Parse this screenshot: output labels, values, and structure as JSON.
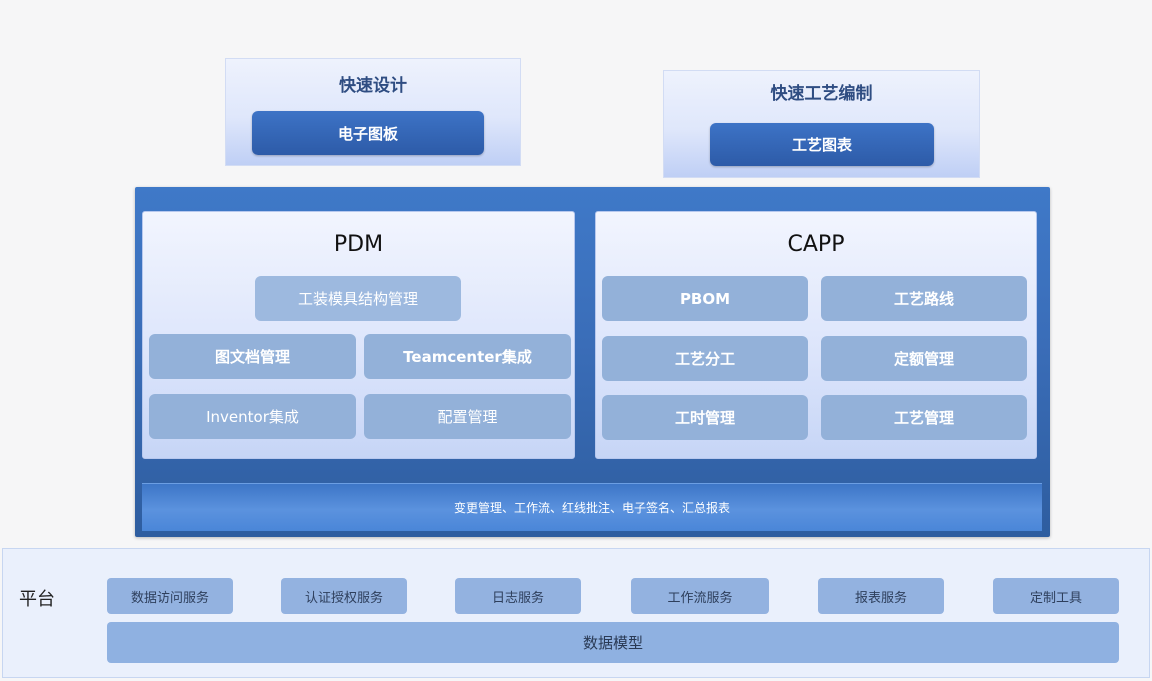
{
  "top": {
    "left": {
      "title": "快速设计",
      "button": "电子图板"
    },
    "right": {
      "title": "快速工艺编制",
      "button": "工艺图表"
    }
  },
  "pdm": {
    "title": "PDM",
    "items": [
      "工装模具结构管理",
      "图文档管理",
      "Teamcenter集成",
      "Inventor集成",
      "配置管理"
    ]
  },
  "capp": {
    "title": "CAPP",
    "items": [
      "PBOM",
      "工艺路线",
      "工艺分工",
      "定额管理",
      "工时管理",
      "工艺管理"
    ]
  },
  "common_bar": "变更管理、工作流、红线批注、电子签名、汇总报表",
  "platform": {
    "label": "平台",
    "services": [
      "数据访问服务",
      "认证授权服务",
      "日志服务",
      "工作流服务",
      "报表服务",
      "定制工具"
    ],
    "model": "数据模型"
  }
}
